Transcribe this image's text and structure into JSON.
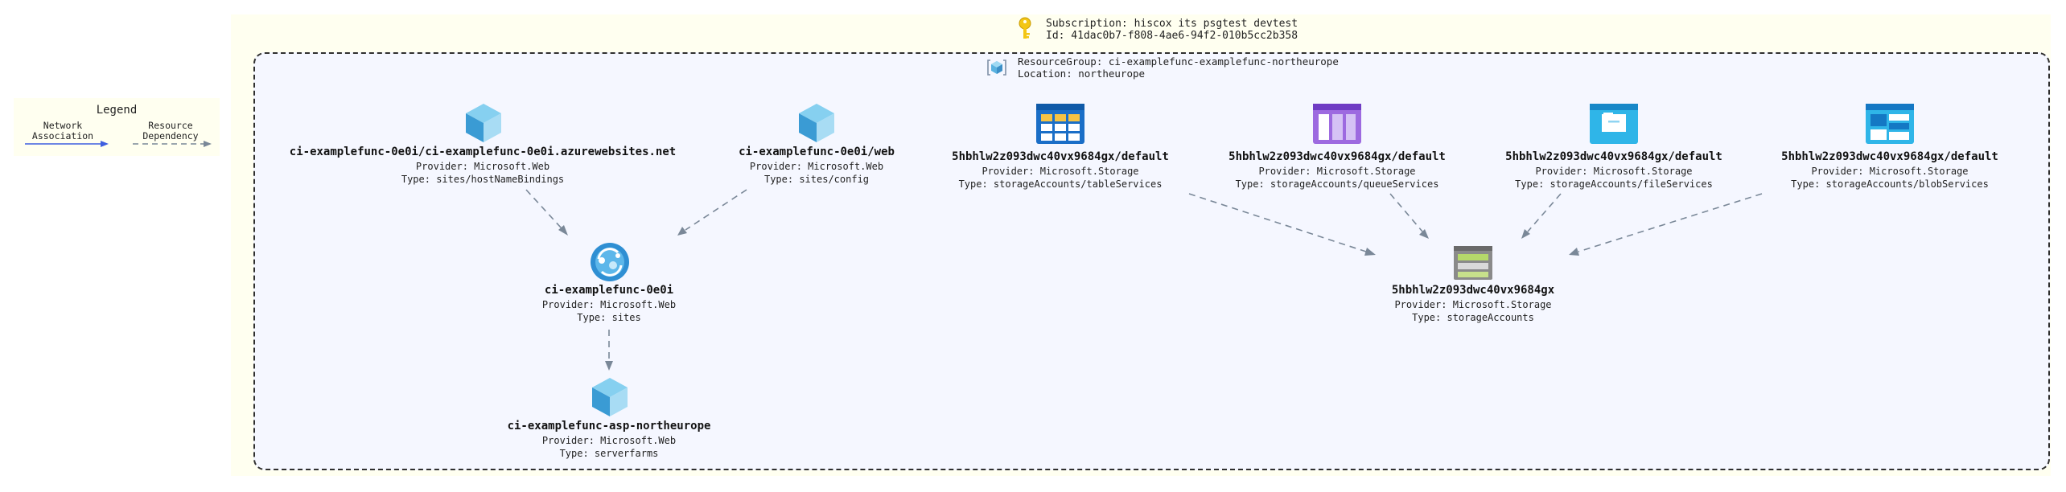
{
  "legend": {
    "title": "Legend",
    "network": "Network\nAssociation",
    "dependency": "Resource\nDependency"
  },
  "subscription": {
    "line1": "Subscription: hiscox its psgtest devtest",
    "line2": "Id: 41dac0b7-f808-4ae6-94f2-010b5cc2b358"
  },
  "resource_group": {
    "line1": "ResourceGroup: ci-examplefunc-examplefunc-northeurope",
    "line2": "Location: northeurope"
  },
  "nodes": {
    "hostname": {
      "name": "ci-examplefunc-0e0i/ci-examplefunc-0e0i.azurewebsites.net",
      "provider": "Provider: Microsoft.Web",
      "type": "Type: sites/hostNameBindings"
    },
    "web": {
      "name": "ci-examplefunc-0e0i/web",
      "provider": "Provider: Microsoft.Web",
      "type": "Type: sites/config"
    },
    "site": {
      "name": "ci-examplefunc-0e0i",
      "provider": "Provider: Microsoft.Web",
      "type": "Type: sites"
    },
    "asp": {
      "name": "ci-examplefunc-asp-northeurope",
      "provider": "Provider: Microsoft.Web",
      "type": "Type: serverfarms"
    },
    "table": {
      "name": "5hbhlw2z093dwc40vx9684gx/default",
      "provider": "Provider: Microsoft.Storage",
      "type": "Type: storageAccounts/tableServices"
    },
    "queue": {
      "name": "5hbhlw2z093dwc40vx9684gx/default",
      "provider": "Provider: Microsoft.Storage",
      "type": "Type: storageAccounts/queueServices"
    },
    "file": {
      "name": "5hbhlw2z093dwc40vx9684gx/default",
      "provider": "Provider: Microsoft.Storage",
      "type": "Type: storageAccounts/fileServices"
    },
    "blob": {
      "name": "5hbhlw2z093dwc40vx9684gx/default",
      "provider": "Provider: Microsoft.Storage",
      "type": "Type: storageAccounts/blobServices"
    },
    "storage": {
      "name": "5hbhlw2z093dwc40vx9684gx",
      "provider": "Provider: Microsoft.Storage",
      "type": "Type: storageAccounts"
    }
  },
  "icons": {
    "subscription": "key-icon",
    "resource_group": "resource-group-icon",
    "web": "cube-icon",
    "site": "app-service-icon",
    "table": "table-storage-icon",
    "queue": "queue-storage-icon",
    "file": "file-storage-icon",
    "blob": "blob-storage-icon",
    "storage": "storage-account-icon"
  },
  "colors": {
    "network_edge": "#3f5fe0",
    "dependency_edge": "#7a8898",
    "subscription_bg": "#fffff0",
    "resource_group_bg": "#f5f7ff"
  }
}
